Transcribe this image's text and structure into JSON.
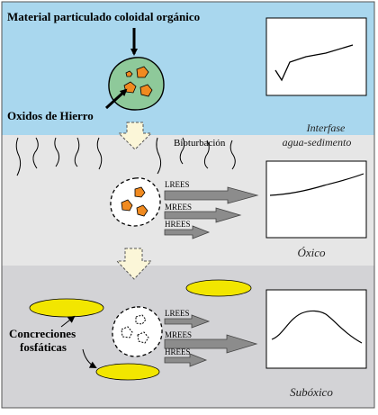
{
  "colors": {
    "water": "#a9d7ee",
    "oxic": "#e6e6e6",
    "suboxic": "#d3d3d6",
    "particle": "#8ec99a",
    "oxide": "#f08a20",
    "phosphate": "#f2e600",
    "arrow_gray": "#8c8c8c",
    "down_arrow": "#fbf6d8"
  },
  "labels": {
    "particle_title": "Material particulado coloidal orgánico",
    "iron_oxides": "Oxidos de Hierro",
    "interface_line1": "Interfase",
    "interface_line2": "agua-sedimento",
    "bioturbation": "Bioturbación",
    "oxic": "Óxico",
    "suboxic": "Subóxico",
    "concretions_line1": "Concreciones",
    "concretions_line2": "fosfáticas"
  },
  "flux_labels": {
    "oxic": [
      "LREES",
      "MREES",
      "HREES"
    ],
    "suboxic": [
      "LREES",
      "MREES",
      "HREES"
    ]
  },
  "icons": {
    "bioturbation": "wavy-burrow-lines-icon",
    "transition": "dashed-down-arrow-icon",
    "flux": "gray-right-arrow-icon"
  }
}
